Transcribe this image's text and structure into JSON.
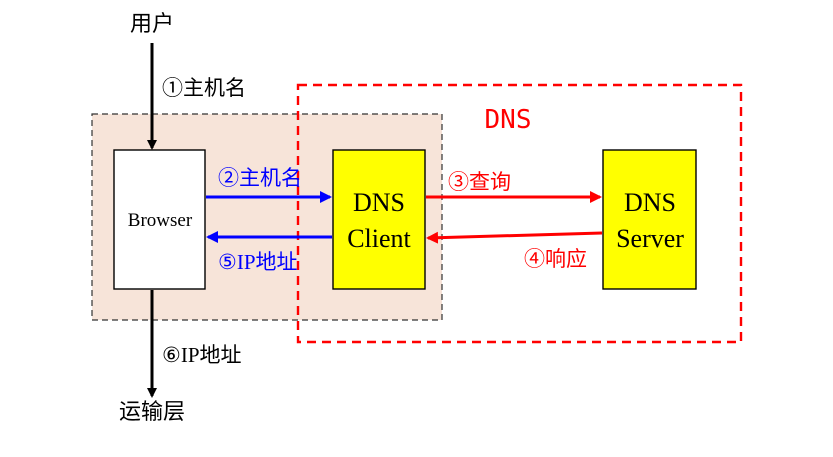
{
  "labels": {
    "user": "用户",
    "step1": "①主机名",
    "dns_region": "DNS",
    "browser": "Browser",
    "dns_client_line1": "DNS",
    "dns_client_line2": "Client",
    "dns_server_line1": "DNS",
    "dns_server_line2": "Server",
    "step2": "②主机名",
    "step3": "③查询",
    "step4": "④响应",
    "step5": "⑤IP地址",
    "step6": "⑥IP地址",
    "transport": "运输层"
  },
  "colors": {
    "host_region_fill": "#f7e4d9",
    "host_region_border": "#333333",
    "dns_region_border": "#ff0000",
    "dns_label": "#ff0000",
    "box_yellow": "#ffff00",
    "blue_arrow": "#0000ff",
    "red_arrow": "#ff0000",
    "black_arrow": "#000000"
  }
}
